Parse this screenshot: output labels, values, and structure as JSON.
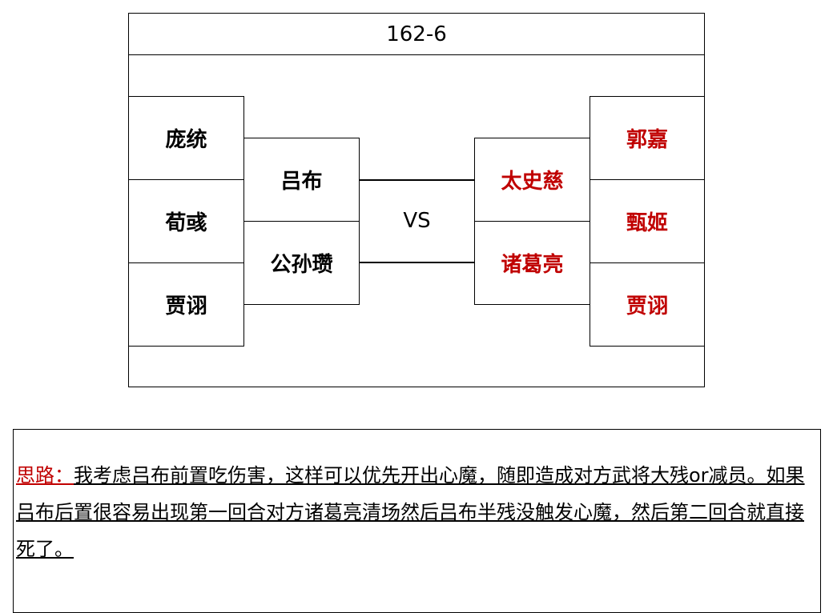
{
  "diagram": {
    "title": "162-6",
    "vs_label": "VS",
    "left_outer": [
      "庞统",
      "荀彧",
      "贾诩"
    ],
    "left_inner": [
      "吕布",
      "公孙瓒"
    ],
    "right_inner": [
      "太史慈",
      "诸葛亮"
    ],
    "right_outer": [
      "郭嘉",
      "甄姬",
      "贾诩"
    ],
    "colors": {
      "left_text": "#000000",
      "right_text": "#c00000",
      "border": "#000000"
    }
  },
  "notes": {
    "label": "思路：",
    "text": "我考虑吕布前置吃伤害，这样可以优先开出心魔，随即造成对方武将大残or减员。如果吕布后置很容易出现第一回合对方诸葛亮清场然后吕布半残没触发心魔，然后第二回合就直接死了。"
  }
}
